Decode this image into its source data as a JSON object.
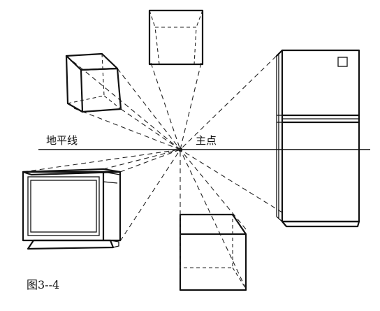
{
  "labels": {
    "horizon": "地平线",
    "principal_point": "主点",
    "caption": "图3--4"
  }
}
